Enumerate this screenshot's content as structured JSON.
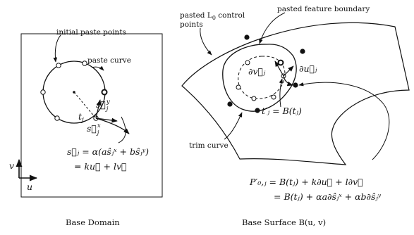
{
  "left_panel": {
    "labels": {
      "initial_paste_points": "initial paste points",
      "paste_curve": "paste curve",
      "tj": "t",
      "tj_sub": "j",
      "sy": "s⃗",
      "sy_sup": "y",
      "sy_sub": "j",
      "sx": "s⃗",
      "sx_sup": "x",
      "sx_sub": "j",
      "eq1": "s⃗ⱼ = α(aŝⱼˣ + bŝⱼʸ)",
      "eq2": "= ku⃗ + lv⃗",
      "axis_v": "v",
      "axis_u": "u"
    },
    "caption": "Base Domain"
  },
  "right_panel": {
    "labels": {
      "pasted_l0_line1": "pasted L",
      "pasted_l0_sub": "0",
      "pasted_l0_line1_rest": " control",
      "pasted_l0_line2": "points",
      "feature_boundary": "pasted feature boundary",
      "dv": "∂v⃗ⱼ",
      "du": "∂u⃗ⱼ",
      "tprime": "t′ⱼ = B(tⱼ)",
      "trim_curve": "trim curve",
      "eq_p": "P′₀,ⱼ = B(tⱼ) + k∂u⃗ + l∂v⃗",
      "eq_p2": "= B(tⱼ) + αa∂ŝⱼˣ + αb∂ŝⱼʸ"
    },
    "caption": "Base Surface B(u, v)"
  }
}
